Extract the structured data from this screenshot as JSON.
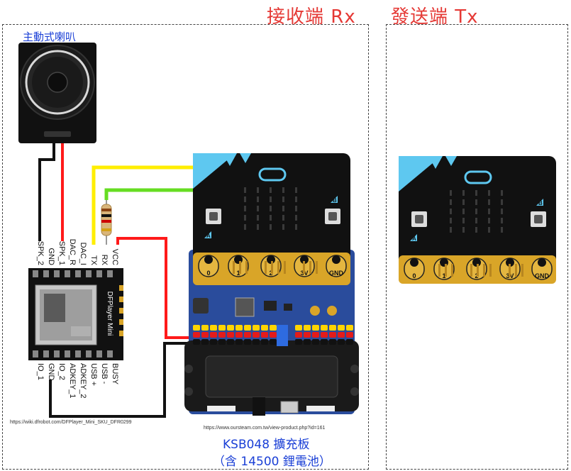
{
  "headers": {
    "receiver": "接收端 Rx",
    "sender": "發送端 Tx"
  },
  "speaker": {
    "label": "主動式喇叭"
  },
  "dfplayer": {
    "name": "DFPlayer Mini",
    "top_pins": [
      "SPK_2",
      "GND",
      "SPK_1",
      "DAC_R",
      "DAC_I",
      "TX",
      "RX",
      "VCC"
    ],
    "bottom_pins": [
      "IO_1",
      "GND",
      "IO_2",
      "ADKEY_1",
      "ADKEY_2",
      "USB +",
      "USB -",
      "BUSY"
    ],
    "url": "https://wiki.dfrobot.com/DFPlayer_Mini_SKU_DFR0299"
  },
  "microbit": {
    "pin_labels": [
      "0",
      "1",
      "2",
      "3V",
      "GND"
    ],
    "button_a": "A",
    "button_b": "B"
  },
  "board": {
    "url": "https://www.oursteam.com.tw/view-product.php?id=161",
    "caption_line1": "KSB048 擴充板",
    "caption_line2": "（含 14500 鋰電池）"
  },
  "colors": {
    "title_red": "#e53935",
    "caption_blue": "#1a3fd6",
    "wire_yellow": "#ffee00",
    "wire_green": "#66dd22",
    "wire_red": "#ff1a1a",
    "wire_black": "#111111",
    "microbit_body": "#111111",
    "microbit_accent": "#5ec8f0",
    "gold": "#d9a528",
    "board_blue": "#2a4c9c"
  }
}
